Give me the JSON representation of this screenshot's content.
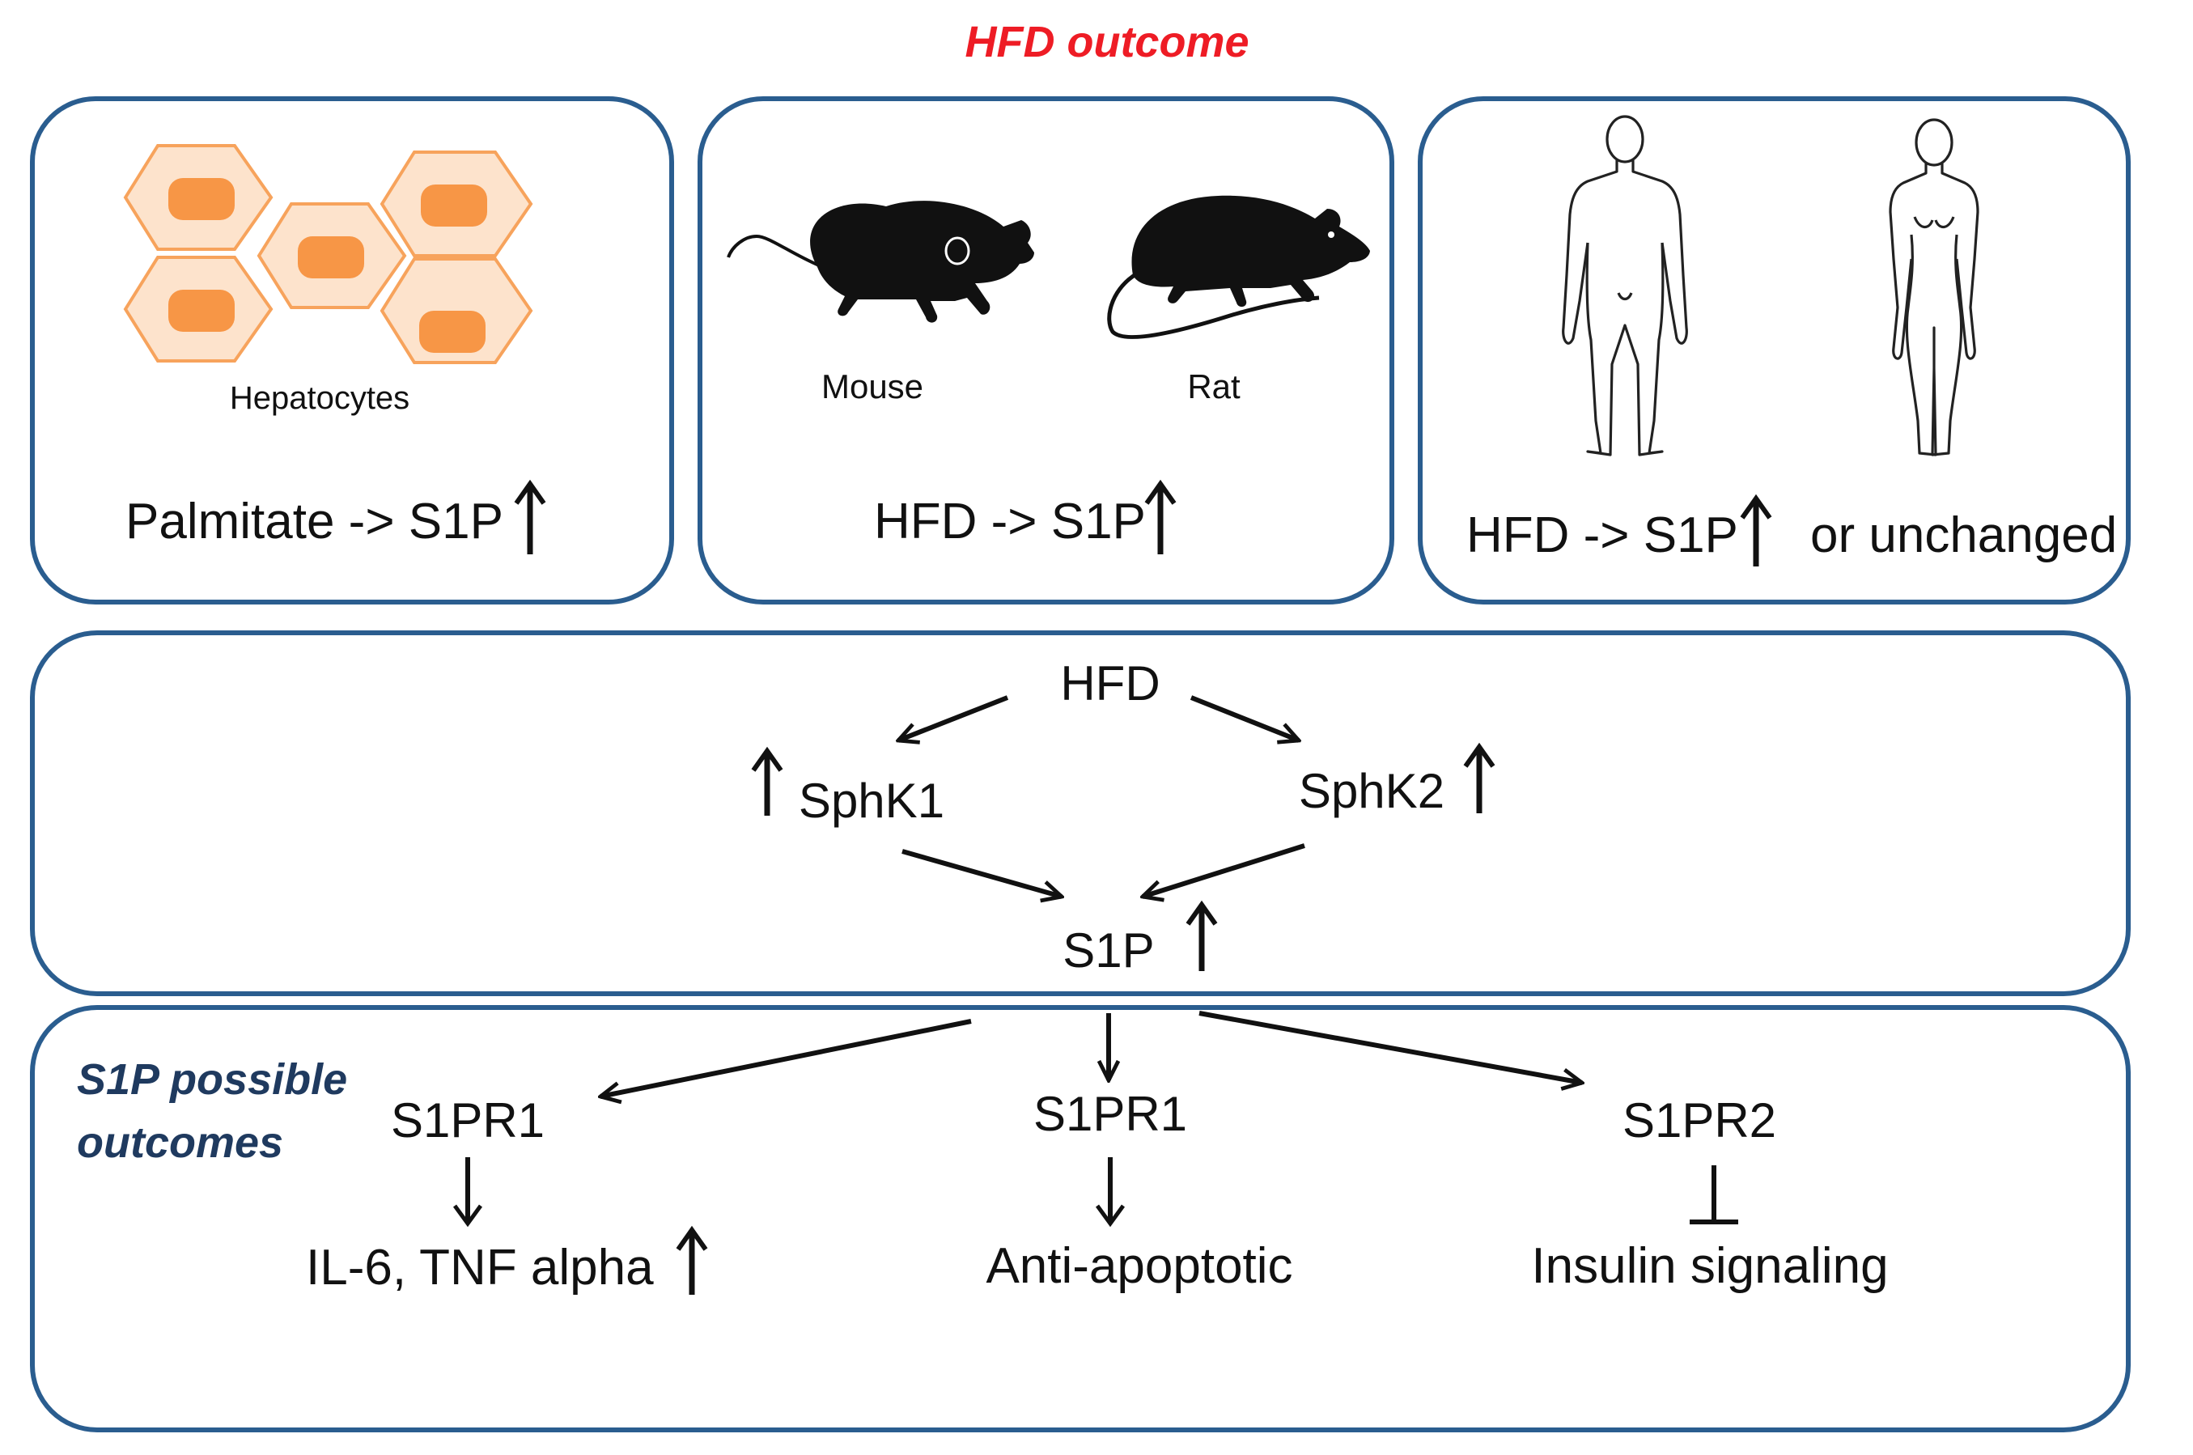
{
  "title": "HFD outcome",
  "panels": {
    "cells": {
      "label": "Hepatocytes",
      "result": "Palmitate -> S1P"
    },
    "rodents": {
      "mouse_label": "Mouse",
      "rat_label": "Rat",
      "result": "HFD -> S1P"
    },
    "humans": {
      "result": "HFD -> S1P",
      "alt": "or unchanged"
    }
  },
  "pathway": {
    "hfd": "HFD",
    "sphk1": "SphK1",
    "sphk2": "SphK2",
    "s1p": "S1P"
  },
  "outcomes": {
    "heading_line1": "S1P possible",
    "heading_line2": "outcomes",
    "left": {
      "receptor": "S1PR1",
      "effect": "IL-6, TNF alpha"
    },
    "middle": {
      "receptor": "S1PR1",
      "effect": "Anti-apoptotic"
    },
    "right": {
      "receptor": "S1PR2",
      "effect": "Insulin signaling"
    }
  },
  "colors": {
    "title": "#ee1c25",
    "panel_border": "#2a5d8f",
    "heading": "#1f3a5f",
    "cell_fill": "#fde3cc",
    "cell_stroke": "#f7a35c",
    "nucleus": "#f79646",
    "text": "#111111"
  },
  "icons": [
    "hepatocyte-cell-icon",
    "mouse-silhouette-icon",
    "rat-silhouette-icon",
    "male-body-outline-icon",
    "female-body-outline-icon",
    "up-arrow-icon",
    "down-arrow-icon",
    "inhibition-bar-icon"
  ]
}
